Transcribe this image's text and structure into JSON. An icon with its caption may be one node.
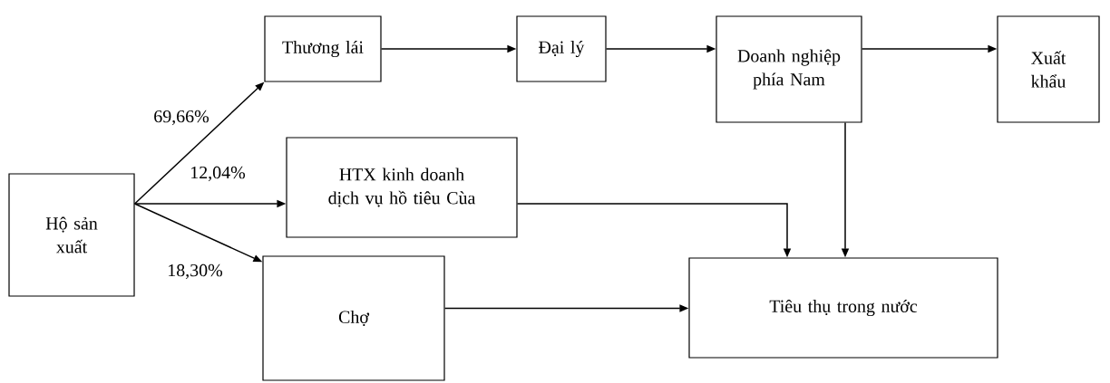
{
  "diagram": {
    "nodes": [
      {
        "text": [
          "Hộ sản xuất"
        ]
      },
      {
        "text": [
          "Thương lái"
        ]
      },
      {
        "text": [
          "Đại lý"
        ]
      },
      {
        "text": [
          "Doanh nghiệp phía Nam"
        ]
      },
      {
        "text": [
          "Xuất khẩu"
        ]
      },
      {
        "text": [
          "HTX kinh doanh dịch vụ hồ tiêu Cùa"
        ]
      },
      {
        "text": [
          "Chợ"
        ]
      },
      {
        "text": [
          "Tiêu thụ trong nước"
        ]
      }
    ],
    "edges": [
      {
        "from": 0,
        "to": 1,
        "arrow": "to",
        "label": "69,66%"
      },
      {
        "from": 0,
        "to": 5,
        "arrow": "to",
        "label": "12,04%"
      },
      {
        "from": 0,
        "to": 6,
        "arrow": "to",
        "label": "18,30%"
      },
      {
        "from": 1,
        "to": 2,
        "arrow": "to"
      },
      {
        "from": 2,
        "to": 3,
        "arrow": "to"
      },
      {
        "from": 3,
        "to": 4,
        "arrow": "to"
      },
      {
        "from": 3,
        "to": 7,
        "arrow": "to"
      },
      {
        "from": 5,
        "to": 7,
        "arrow": "to"
      },
      {
        "from": 6,
        "to": 7,
        "arrow": "to"
      }
    ]
  }
}
